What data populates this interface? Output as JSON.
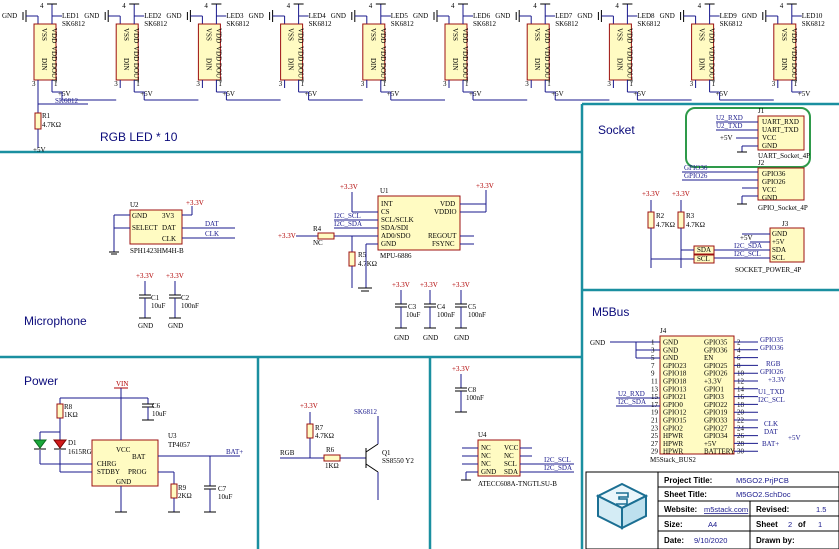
{
  "sections": {
    "rgb": "RGB LED * 10",
    "socket": "Socket",
    "microphone": "Microphone",
    "power": "Power",
    "m5bus": "M5Bus"
  },
  "leds": [
    {
      "ref": "LED1"
    },
    {
      "ref": "LED2"
    },
    {
      "ref": "LED3"
    },
    {
      "ref": "LED4"
    },
    {
      "ref": "LED5"
    },
    {
      "ref": "LED6"
    },
    {
      "ref": "LED7"
    },
    {
      "ref": "LED8"
    },
    {
      "ref": "LED9"
    },
    {
      "ref": "LED10"
    }
  ],
  "led_common": {
    "part": "SK6812",
    "vss": "VSS",
    "vdd": "VDD",
    "din": "DIN",
    "vddout": "VDD DOUT",
    "gnd": "GND",
    "p5v": "+5V",
    "pin1": "1",
    "pin2": "2",
    "pin3": "3",
    "pin4": "4"
  },
  "rgb_misc": {
    "sk_label": "SK6812",
    "r1_ref": "R1",
    "r1_val": "4.7KΩ",
    "p5v": "+5V"
  },
  "mic": {
    "ref": "U2",
    "part": "SPH1423HM4H-B",
    "pins": {
      "gnd": "GND",
      "sel": "SELECT",
      "dat": "DAT",
      "clk": "CLK",
      "v33": "3V3"
    },
    "nets": {
      "dat": "DAT",
      "clk": "CLK",
      "p33": "+3.3V",
      "gnd": "GND"
    },
    "c1_ref": "C1",
    "c1_val": "10uF",
    "c2_ref": "C2",
    "c2_val": "100nF"
  },
  "imu": {
    "ref": "U1",
    "part": "MPU-6886",
    "left_pins": [
      "INT",
      "CS",
      "SCL/SCLK",
      "SDA/SDI",
      "AD0/SDO",
      "GND"
    ],
    "right_pins": [
      "VDD",
      "VDDIO",
      "",
      "REGOUT",
      "FSYNC"
    ],
    "nets": {
      "scl": "I2C_SCL",
      "sda": "I2C_SDA",
      "nc": "NC",
      "p33": "+3.3V",
      "gnd": "GND"
    },
    "r4_ref": "R4",
    "r5_ref": "R5",
    "r5_val": "4.7KΩ",
    "c3_ref": "C3",
    "c3_val": "10uF",
    "c4_ref": "C4",
    "c4_val": "100nF",
    "c5_ref": "C5",
    "c5_val": "100nF"
  },
  "socket": {
    "j1_ref": "J1",
    "j1_part": "UART_Socket_4P",
    "j1_pins": [
      "UART_RXD",
      "UART_TXD",
      "VCC",
      "GND"
    ],
    "j1_nets": [
      "U2_RXD",
      "U2_TXD",
      "+5V"
    ],
    "j2_ref": "J2",
    "j2_part": "GPIO_Socket_4P",
    "j2_pins": [
      "GPIO36",
      "GPIO26",
      "VCC",
      "GND"
    ],
    "j2_nets": [
      "GPIO36",
      "GPIO26"
    ],
    "j3_ref": "J3",
    "j3_part": "SOCKET_POWER_4P",
    "j3_pins": [
      "GND",
      "+5V",
      "SDA",
      "SCL"
    ],
    "r2_ref": "R2",
    "r2_val": "4.7KΩ",
    "r3_ref": "R3",
    "r3_val": "4.7KΩ",
    "nets": {
      "p33": "+3.3V",
      "p5v": "+5V",
      "scl": "I2C_SCL",
      "sda": "I2C_SDA",
      "sda_lbl": "SDA",
      "scl_lbl": "SCL"
    }
  },
  "m5bus": {
    "ref": "J4",
    "part": "M5Stack_BUS2",
    "left_pins": [
      "GND",
      "GND",
      "GND",
      "GPIO23",
      "GPIO18",
      "GPIO18",
      "GPIO13",
      "GPIO21",
      "GPIO0",
      "GPIO12",
      "GPIO15",
      "GPIO2",
      "HPWR",
      "HPWR",
      "HPWR"
    ],
    "right_pins": [
      "GPIO35",
      "GPIO36",
      "EN",
      "GPIO25",
      "GPIO26",
      "+3.3V",
      "GPIO1",
      "GPIO3",
      "GPIO22",
      "GPIO19",
      "GPIO33",
      "GPIO27",
      "GPIO34",
      "+5V",
      "BATTERY"
    ],
    "left_nums": [
      "1",
      "3",
      "5",
      "7",
      "9",
      "11",
      "13",
      "15",
      "17",
      "19",
      "21",
      "23",
      "25",
      "27",
      "29"
    ],
    "right_nums": [
      "2",
      "4",
      "6",
      "8",
      "10",
      "12",
      "14",
      "16",
      "18",
      "20",
      "22",
      "24",
      "26",
      "28",
      "30"
    ],
    "left_nets": [
      "U2_RXD",
      "I2C_SDA"
    ],
    "right_nets": [
      "GPIO35",
      "GPIO36",
      "RGB",
      "GPIO26",
      "+3.3V",
      "U1_TXD",
      "I2C_SCL",
      "CLK",
      "DAT",
      "BAT+",
      "+5V"
    ]
  },
  "power": {
    "ic_ref": "U3",
    "ic_part": "TP4057",
    "pins": {
      "vcc": "VCC",
      "bat": "BAT",
      "chrg": "CHRG",
      "stdby": "STDBY",
      "prog": "PROG",
      "gnd": "GND"
    },
    "nets": {
      "vin": "VIN",
      "bat": "BAT+"
    },
    "r8_ref": "R8",
    "r8_val": "1KΩ",
    "d1_ref": "D1",
    "d1_part": "1615RG",
    "c6_ref": "C6",
    "c6_val": "10uF",
    "c7_ref": "C7",
    "c7_val": "10uF",
    "r9_ref": "R9",
    "r9_val": "2KΩ"
  },
  "transistor": {
    "q_ref": "Q1",
    "q_part": "SS8550 Y2",
    "r7_ref": "R7",
    "r7_val": "4.7KΩ",
    "r6_ref": "R6",
    "r6_val": "1KΩ",
    "nets": {
      "p33": "+3.3V",
      "rgb": "RGB",
      "sk": "SK6812"
    }
  },
  "crypto": {
    "ref": "U4",
    "part": "ATECC608A-TNGTLSU-B",
    "left_pins": [
      "NC",
      "NC",
      "NC",
      "GND"
    ],
    "right_pins": [
      "VCC",
      "NC",
      "SCL",
      "SDA"
    ],
    "nets": {
      "scl": "I2C_SCL",
      "sda": "I2C_SDA",
      "p33": "+3.3V"
    },
    "c8_ref": "C8",
    "c8_val": "100nF"
  },
  "title_block": {
    "project_label": "Project Title:",
    "project": "M5GO2.PrjPCB",
    "sheet_label": "Sheet Title:",
    "sheet": "M5GO2.SchDoc",
    "website_label": "Website:",
    "website": "m5stack.com",
    "revised_label": "Revised:",
    "revised": "1.5",
    "size_label": "Size:",
    "size": "A4",
    "sheetno_label": "Sheet",
    "sheetno": "2",
    "of": "of",
    "total": "1",
    "date_label": "Date:",
    "date": "9/10/2020",
    "drawn_label": "Drawn by:",
    "drawn": ""
  },
  "colors": {
    "wire": "#1a1a8c",
    "component": "#fffbc2",
    "border": "#1a8fa0",
    "highlight": "#2e9a4a"
  }
}
